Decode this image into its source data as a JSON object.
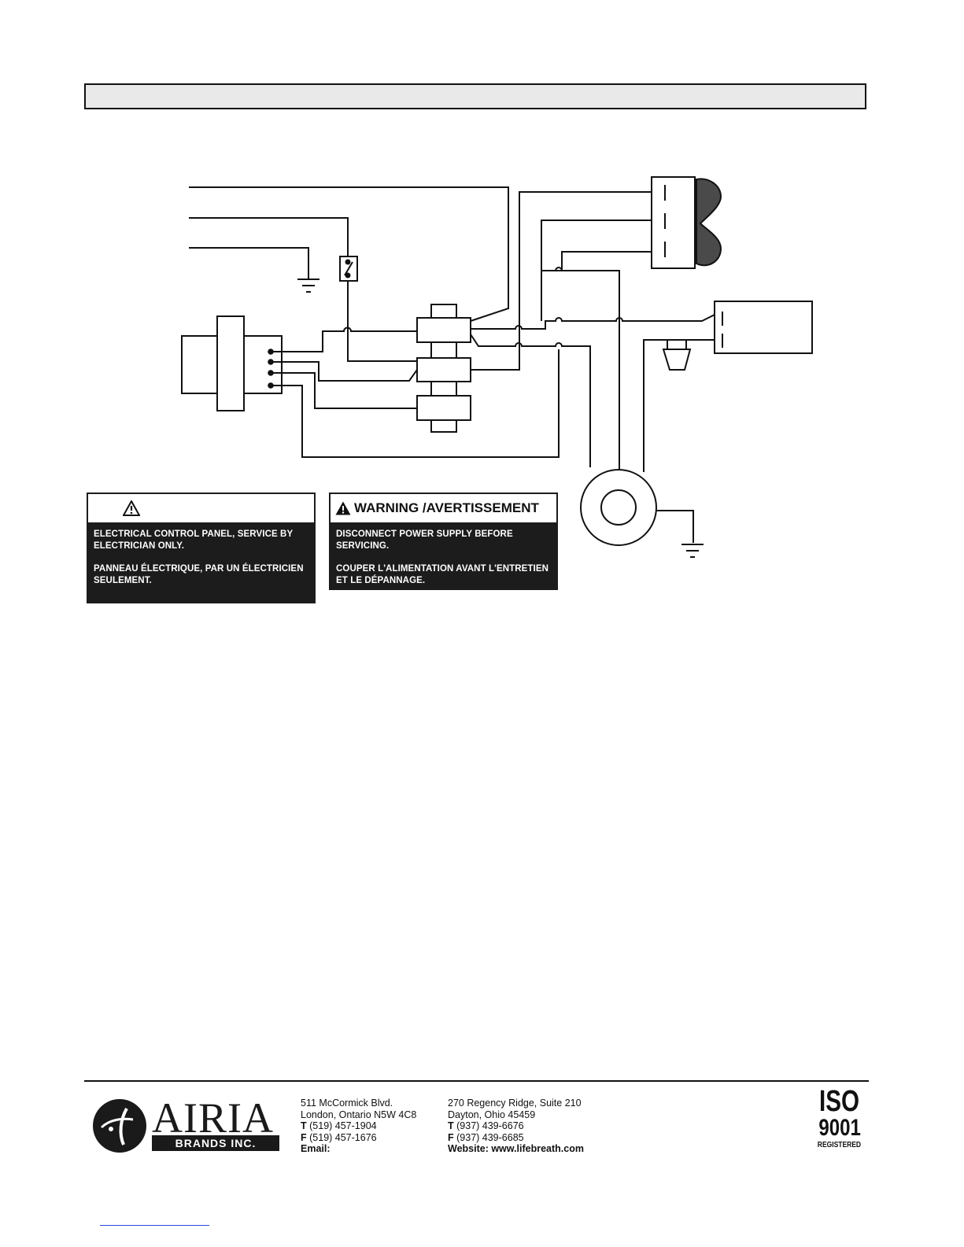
{
  "warning_left": {
    "lines": [
      "ELECTRICAL CONTROL PANEL, SERVICE BY ELECTRICIAN ONLY.",
      "PANNEAU ÉLECTRIQUE, PAR UN ÉLECTRICIEN SEULEMENT."
    ]
  },
  "warning_right": {
    "title": "WARNING /AVERTISSEMENT",
    "lines": [
      "DISCONNECT POWER SUPPLY BEFORE SERVICING.",
      "COUPER L'ALIMENTATION AVANT L'ENTRETIEN ET LE DÉPANNAGE."
    ]
  },
  "footer": {
    "company": {
      "name": "AIRIA",
      "subtitle": "BRANDS INC."
    },
    "canada": {
      "street": "511 McCormick Blvd.",
      "city": "London, Ontario  N5W 4C8",
      "phone_label": "T",
      "phone": "(519) 457-1904",
      "fax_label": "F",
      "fax": "(519) 457-1676",
      "email_label": "Email:"
    },
    "us": {
      "street": "270 Regency Ridge, Suite 210",
      "city": "Dayton, Ohio 45459",
      "phone_label": "T",
      "phone": "(937) 439-6676",
      "fax_label": "F",
      "fax": "(937) 439-6685",
      "website": "Website: www.lifebreath.com"
    },
    "iso": {
      "line1": "ISO",
      "line2": "9001",
      "line3": "REGISTERED"
    }
  }
}
